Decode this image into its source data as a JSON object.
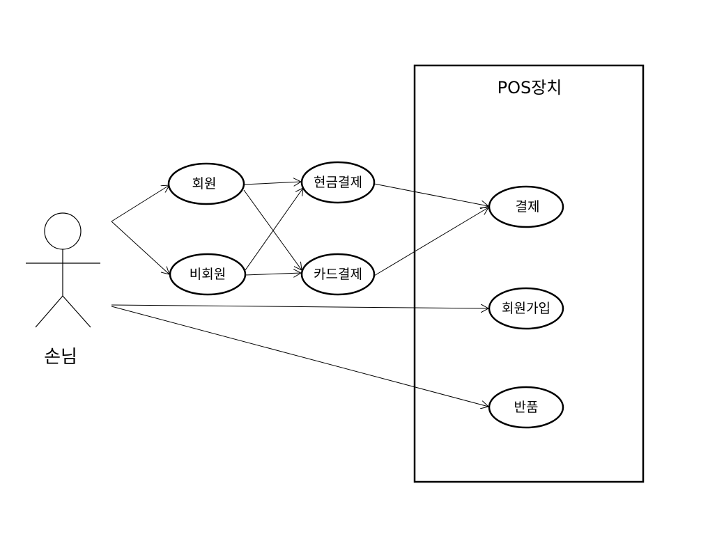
{
  "actor": {
    "label": "손님"
  },
  "system": {
    "title": "POS장치"
  },
  "use_cases": {
    "member": "회원",
    "non_member": "비회원",
    "cash_payment": "현금결제",
    "card_payment": "카드결제",
    "payment": "결제",
    "signup": "회원가입",
    "refund": "반품"
  },
  "colors": {
    "line": "#000000",
    "background": "#ffffff"
  }
}
